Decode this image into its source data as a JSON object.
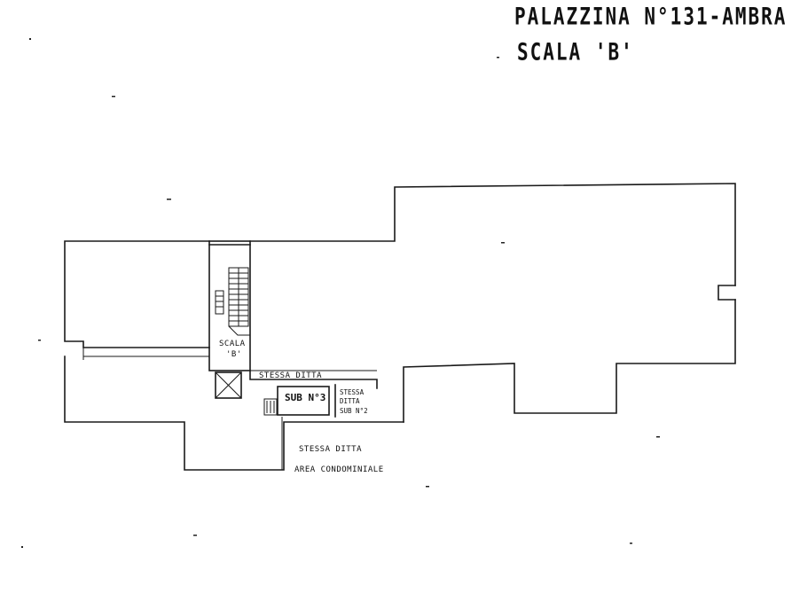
{
  "header": {
    "building": "PALAZZINA N°131-AMBRA",
    "stair": "SCALA 'B'"
  },
  "plan": {
    "stair_label_line1": "SCALA",
    "stair_label_line2": "'B'",
    "same_owner_top": "STESSA DITTA",
    "unit_label": "SUB N°3",
    "same_owner_side_1": "STESSA",
    "same_owner_side_2": "DITTA",
    "same_owner_side_3": "SUB N°2",
    "same_owner_bottom": "STESSA DITTA",
    "common_area": "AREA CONDOMINIALE"
  }
}
